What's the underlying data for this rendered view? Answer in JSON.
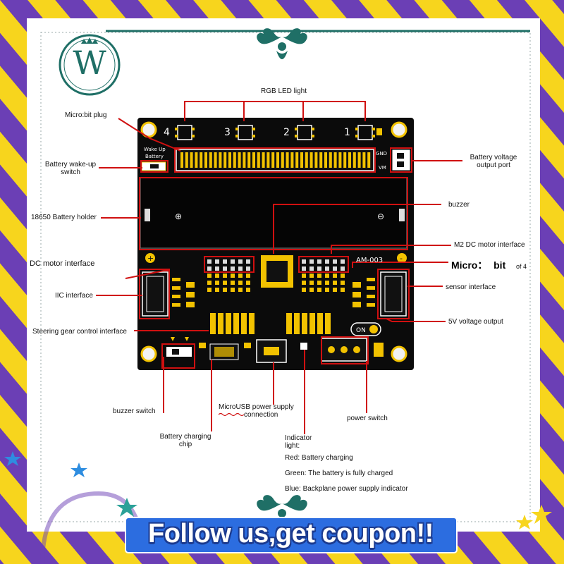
{
  "brand": {
    "logo_letter": "W"
  },
  "banner": {
    "text": "Follow us,get coupon!!"
  },
  "board": {
    "model": "AM-003",
    "led_numbers": [
      "4",
      "3",
      "2",
      "1"
    ],
    "wake_label": "Wake Up",
    "battery_label": "Battery",
    "gnd_label": "GND",
    "vm_label": "VM",
    "on_label": "ON",
    "plus": "+",
    "minus": "-"
  },
  "labels": {
    "rgb_led": "RGB LED light",
    "microbit_plug": "Micro:bit plug",
    "wake_switch_1": "Battery wake-up",
    "wake_switch_2": "switch",
    "battery_holder": "18650 Battery holder",
    "dc_motor": "DC motor interface",
    "iic": "IIC interface",
    "steering": "Steering gear control interface",
    "battery_out_1": "Battery voltage",
    "battery_out_2": "output port",
    "buzzer": "buzzer",
    "m2_motor": "M2 DC motor interface",
    "microbit_word": "Micro",
    "microbit_colon": "：",
    "microbit_bit": "bit",
    "microbit_suffix": "of 4",
    "sensor": "sensor interface",
    "five_v": "5V voltage output",
    "buzzer_switch": "buzzer switch",
    "charging_chip_1": "Battery charging",
    "charging_chip_2": "chip",
    "microusb_1": "MicroUSB power supply",
    "microusb_2": "connection",
    "power_switch": "power switch",
    "indicator_1": "Indicator",
    "indicator_2": "light:",
    "red": "Red: Battery charging",
    "green": "Green: The battery is fully charged",
    "blue": "Blue: Backplane power supply indicator"
  },
  "colors": {
    "teal": "#1f6f66",
    "yellow": "#f7d51d",
    "purple": "#6b3fb5",
    "pcb": "#0b0b0b",
    "gold": "#f2c200",
    "callout": "#d01010",
    "banner": "#2c6de0"
  }
}
